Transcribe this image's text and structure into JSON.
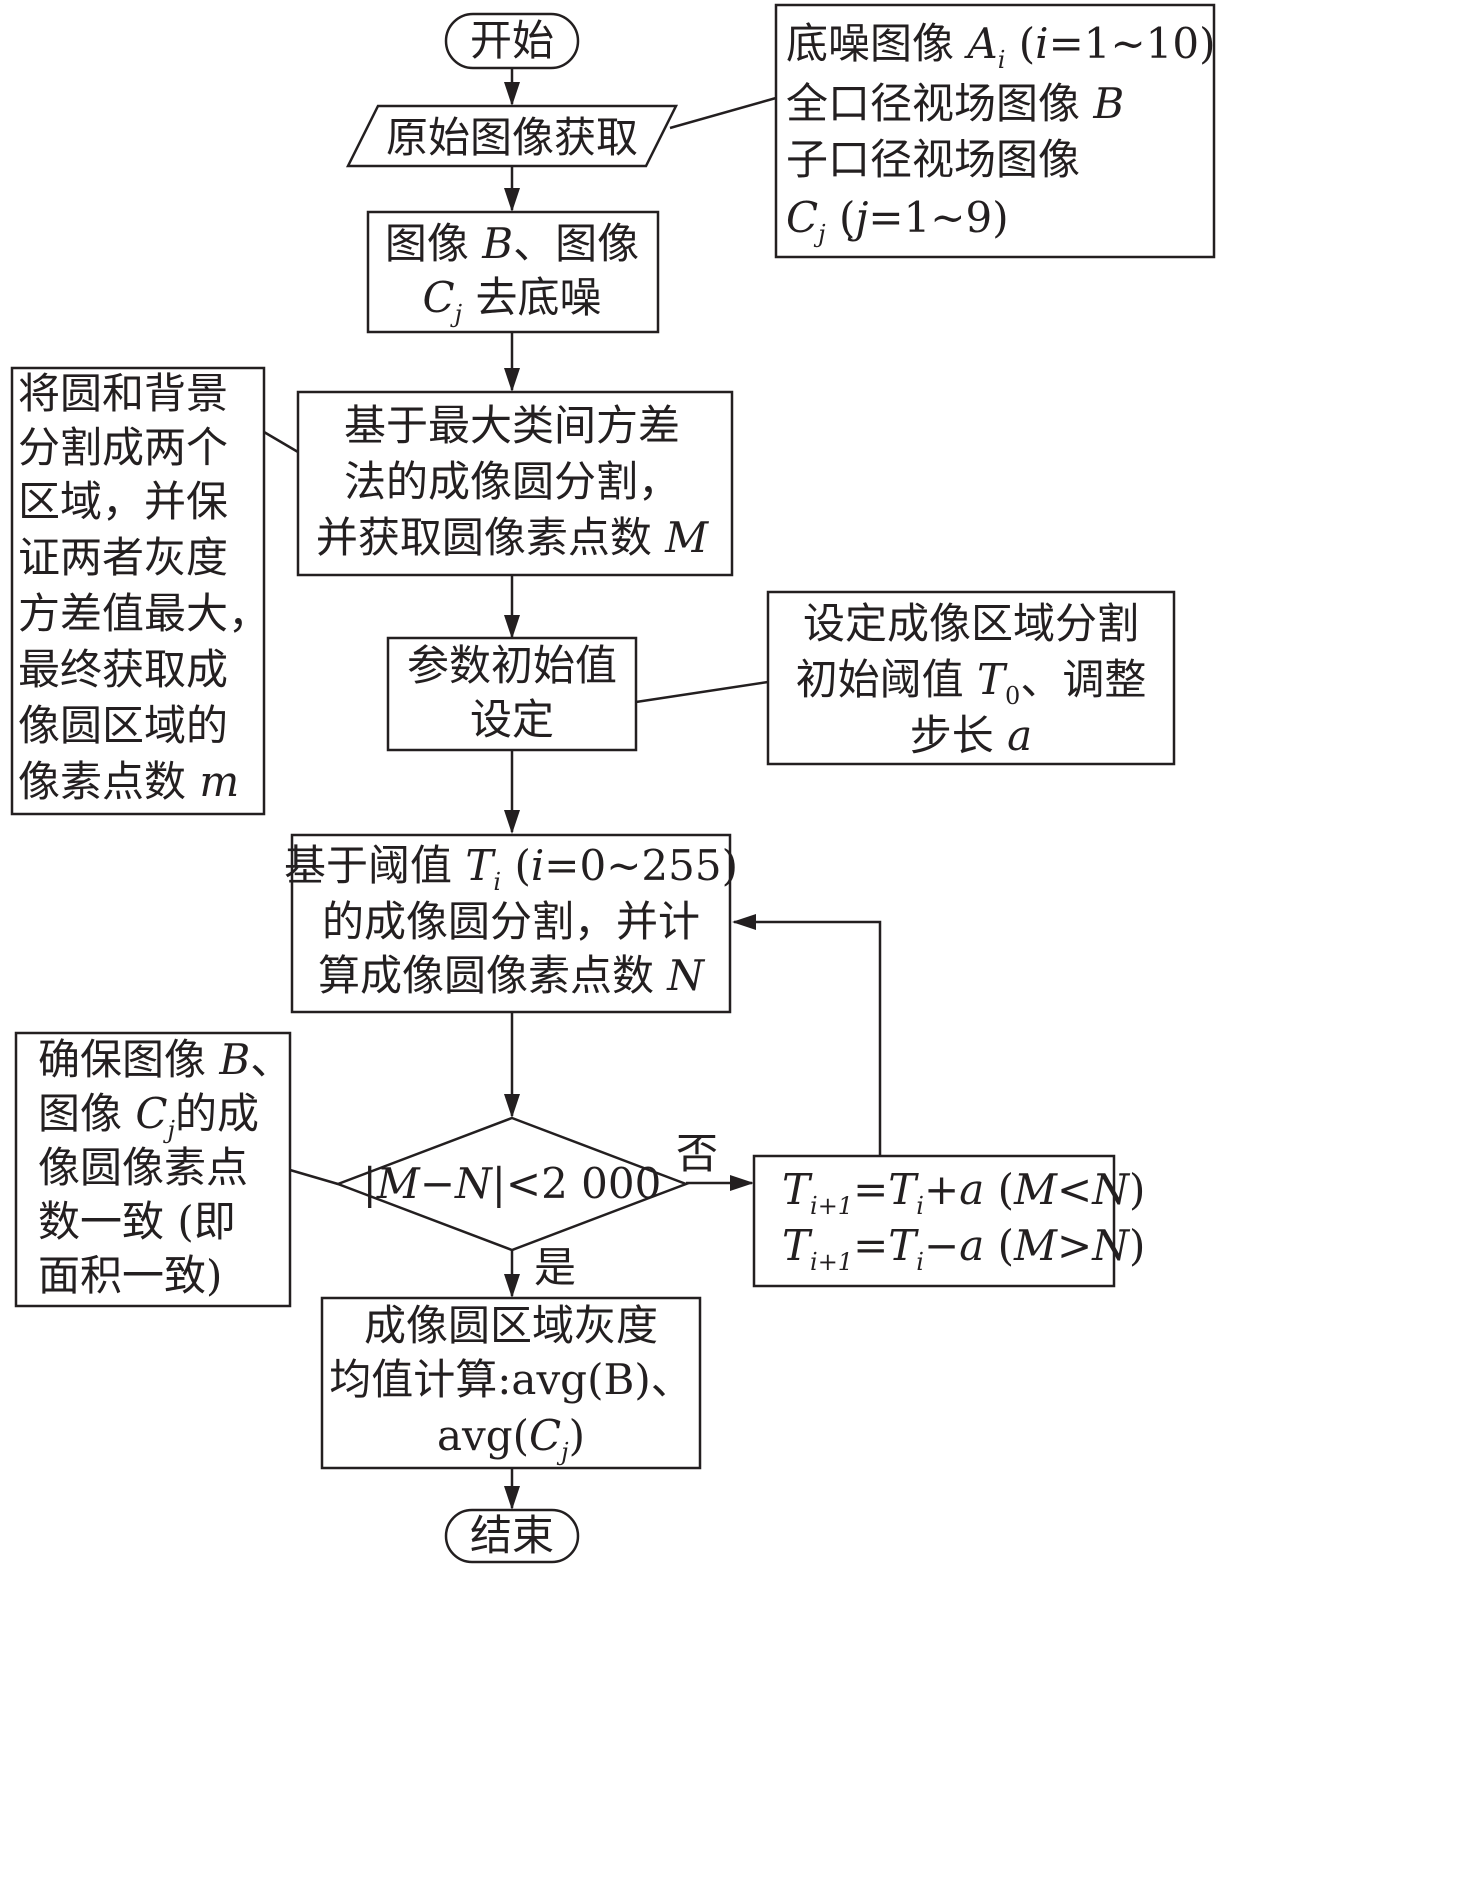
{
  "start": {
    "label": "开始"
  },
  "end": {
    "label": "结束"
  },
  "acquire": {
    "label": "原始图像获取"
  },
  "acquire_note": {
    "line1_a": "底噪图像 ",
    "line1_var": "A",
    "line1_sub": "i",
    "line1_paren_open": " (",
    "line1_i": "i",
    "line1_range": "=1~10)",
    "line2_a": "全口径视场图像 ",
    "line2_var": "B",
    "line3": "子口径视场图像",
    "line4_var": "C",
    "line4_sub": "j",
    "line4_paren_open": " (",
    "line4_j": "j",
    "line4_range": "=1~9)"
  },
  "denoise": {
    "line1_a": "图像 ",
    "line1_var": "B",
    "line1_b": "、图像",
    "line2_var": "C",
    "line2_sub": "j",
    "line2_b": " 去底噪"
  },
  "otsu": {
    "line1": "基于最大类间方差",
    "line2": "法的成像圆分割，",
    "line3_a": "并获取圆像素点数 ",
    "line3_var": "M"
  },
  "otsu_note": {
    "line1": "将圆和背景",
    "line2": "分割成两个",
    "line3": "区域，并保",
    "line4": "证两者灰度",
    "line5": "方差值最大，",
    "line6": "最终获取成",
    "line7": "像圆区域的",
    "line8_a": "像素点数 ",
    "line8_var": "m"
  },
  "init": {
    "line1": "参数初始值",
    "line2": "设定"
  },
  "init_note": {
    "line1": "设定成像区域分割",
    "line2_a": "初始阈值 ",
    "line2_var": "T",
    "line2_sub": "0",
    "line2_b": "、调整",
    "line3_a": "步长 ",
    "line3_var": "a"
  },
  "threshold": {
    "line1_a": "基于阈值 ",
    "line1_var": "T",
    "line1_sub": "i",
    "line1_paren_open": " (",
    "line1_i": "i",
    "line1_range": "=0~255)",
    "line2": "的成像圆分割，并计",
    "line3_a": "算成像圆像素点数 ",
    "line3_var": "N"
  },
  "decision": {
    "bar1": "|",
    "var_m": "M",
    "minus": "−",
    "var_n": "N",
    "rest": "|<2 000"
  },
  "decision_note": {
    "line1_a": "确保图像 ",
    "line1_var": "B",
    "line1_b": "、",
    "line2_a": "图像 ",
    "line2_var": "C",
    "line2_sub": "j",
    "line2_b": "的成",
    "line3": "像圆像素点",
    "line4": "数一致 (即",
    "line5": "面积一致)"
  },
  "update": {
    "l1_T": "T",
    "l1_sub": "i+1",
    "l1_eq": "=",
    "l1_T2": "T",
    "l1_sub2": "i",
    "l1_plus": "+",
    "l1_a": "a",
    "l1_cond_open": " (",
    "l1_M": "M",
    "l1_lt": "<",
    "l1_N": "N",
    "l1_close": ")",
    "l2_T": "T",
    "l2_sub": "i+1",
    "l2_eq": "=",
    "l2_T2": "T",
    "l2_sub2": "i",
    "l2_minus": "−",
    "l2_a": "a",
    "l2_cond_open": " (",
    "l2_M": "M",
    "l2_gt": ">",
    "l2_N": "N",
    "l2_close": ")"
  },
  "mean": {
    "line1": "成像圆区域灰度",
    "line2": "均值计算:avg(B)、",
    "line3_a": "avg(",
    "line3_var": "C",
    "line3_sub": "j",
    "line3_b": ")"
  },
  "labels": {
    "no": "否",
    "yes": "是"
  }
}
